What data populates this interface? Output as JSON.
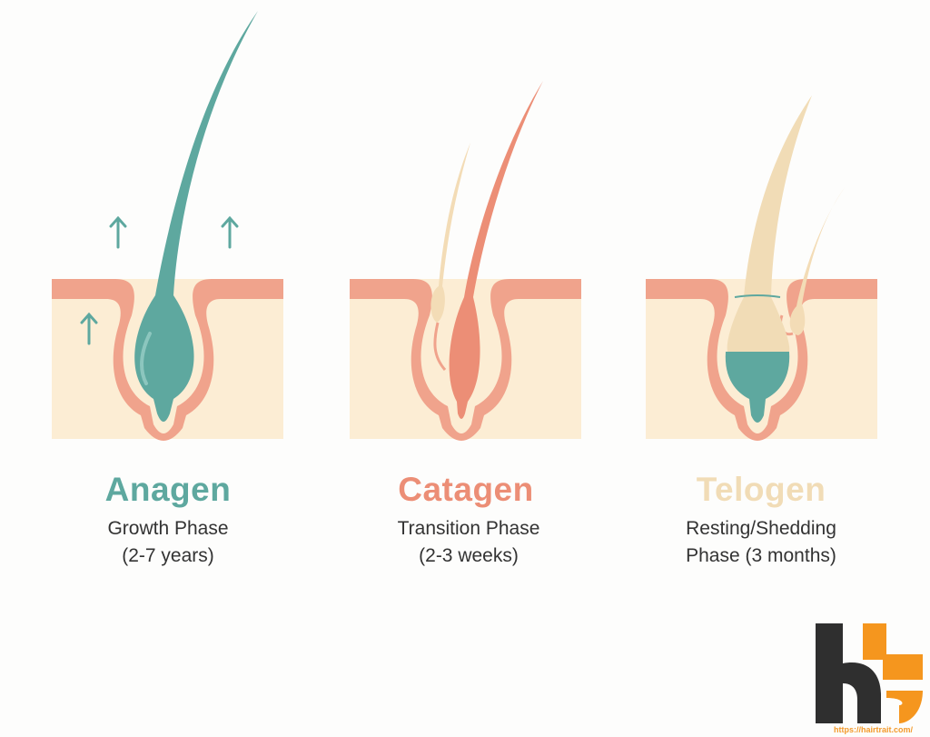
{
  "colors": {
    "anagen": "#5ea89f",
    "catagen": "#ec8e76",
    "telogen": "#f1dcb6",
    "skin": "#fcedd4",
    "skin_edge": "#f0a38c",
    "logo_dark": "#2f2f2f",
    "logo_orange": "#f5961e"
  },
  "phases": [
    {
      "title": "Anagen",
      "subtitle_line1": "Growth Phase",
      "subtitle_line2": "(2-7 years)",
      "icon": "up-arrow-icon"
    },
    {
      "title": "Catagen",
      "subtitle_line1": "Transition Phase",
      "subtitle_line2": "(2-3 weeks)"
    },
    {
      "title": "Telogen",
      "subtitle_line1": "Resting/Shedding",
      "subtitle_line2": "Phase (3 months)"
    }
  ],
  "logo": {
    "text": "ht",
    "url": "https://hairtrait.com/"
  }
}
